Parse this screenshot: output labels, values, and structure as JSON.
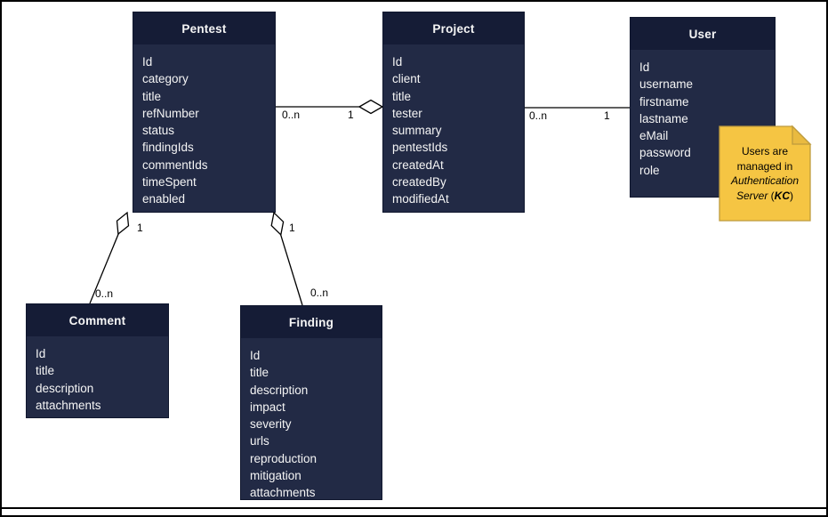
{
  "diagram": {
    "type": "uml-entity-diagram",
    "colors": {
      "background": "#FFFFFF",
      "box_header": "#151C36",
      "box_body": "#222A45",
      "box_text": "#F5F5F5",
      "line": "#000000",
      "note_fill": "#F5C543",
      "note_fold": "#E9BA40",
      "note_border": "#BE9B3D",
      "note_text": "#000000"
    },
    "entities": [
      {
        "name": "Pentest",
        "fields": [
          "Id",
          "category",
          "title",
          "refNumber",
          "status",
          "findingIds",
          "commentIds",
          "timeSpent",
          "enabled"
        ]
      },
      {
        "name": "Project",
        "fields": [
          "Id",
          "client",
          "title",
          "tester",
          "summary",
          "pentestIds",
          "createdAt",
          "createdBy",
          "modifiedAt"
        ]
      },
      {
        "name": "User",
        "fields": [
          "Id",
          "username",
          "firstname",
          "lastname",
          "eMail",
          "password",
          "role"
        ]
      },
      {
        "name": "Comment",
        "fields": [
          "Id",
          "title",
          "description",
          "attachments"
        ]
      },
      {
        "name": "Finding",
        "fields": [
          "Id",
          "title",
          "description",
          "impact",
          "severity",
          "urls",
          "reproduction",
          "mitigation",
          "attachments"
        ]
      }
    ],
    "connections": [
      {
        "from": "Pentest",
        "to": "Project",
        "from_label": "0..n",
        "to_label": "1",
        "diamond_at": "Project"
      },
      {
        "from": "Project",
        "to": "User",
        "from_label": "0..n",
        "to_label": "1",
        "diamond_at": "none"
      },
      {
        "from": "Pentest",
        "to": "Comment",
        "from_label": "1",
        "to_label": "0..n",
        "diamond_at": "Pentest"
      },
      {
        "from": "Pentest",
        "to": "Finding",
        "from_label": "1",
        "to_label": "0..n",
        "diamond_at": "Pentest"
      }
    ],
    "note": {
      "line1": "Users are",
      "line2": "managed in",
      "line3": "Authentication",
      "line4_italic": "Server ",
      "line4_open": "(",
      "line4_kc": "KC",
      "line4_close": ")",
      "full_text": "Users are managed in Authentication Server (KC)"
    }
  }
}
